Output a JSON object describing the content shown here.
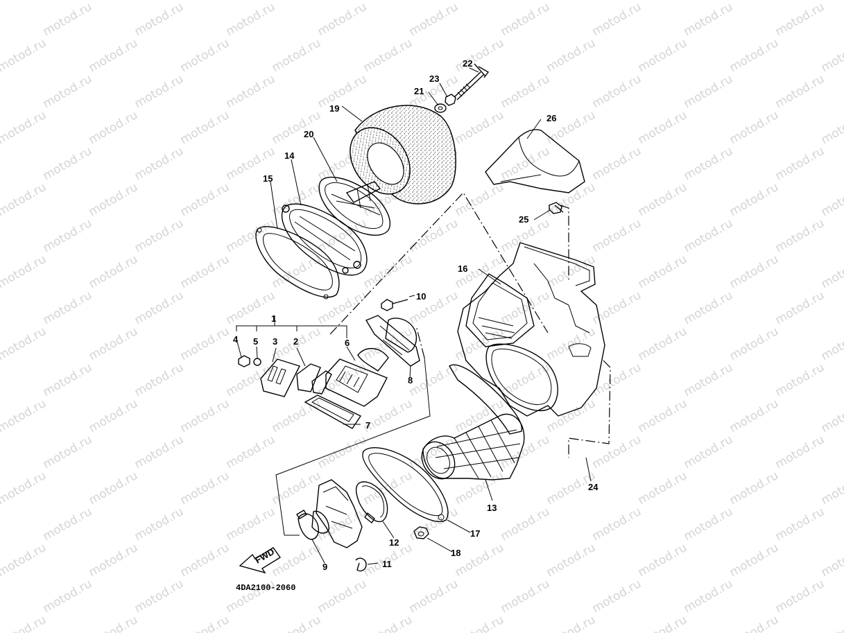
{
  "watermark": "motod.ru",
  "diagram_code": "4DA2100-2060",
  "fwd_label": "FWD",
  "labels": {
    "n1": "1",
    "n2": "2",
    "n3": "3",
    "n4": "4",
    "n5": "5",
    "n6": "6",
    "n7": "7",
    "n8": "8",
    "n9": "9",
    "n10": "10",
    "n11": "11",
    "n12": "12",
    "n13": "13",
    "n14": "14",
    "n15": "15",
    "n16": "16",
    "n17": "17",
    "n18": "18",
    "n19": "19",
    "n20": "20",
    "n21": "21",
    "n22": "22",
    "n23": "23",
    "n24": "24",
    "n25": "25",
    "n26": "26"
  }
}
